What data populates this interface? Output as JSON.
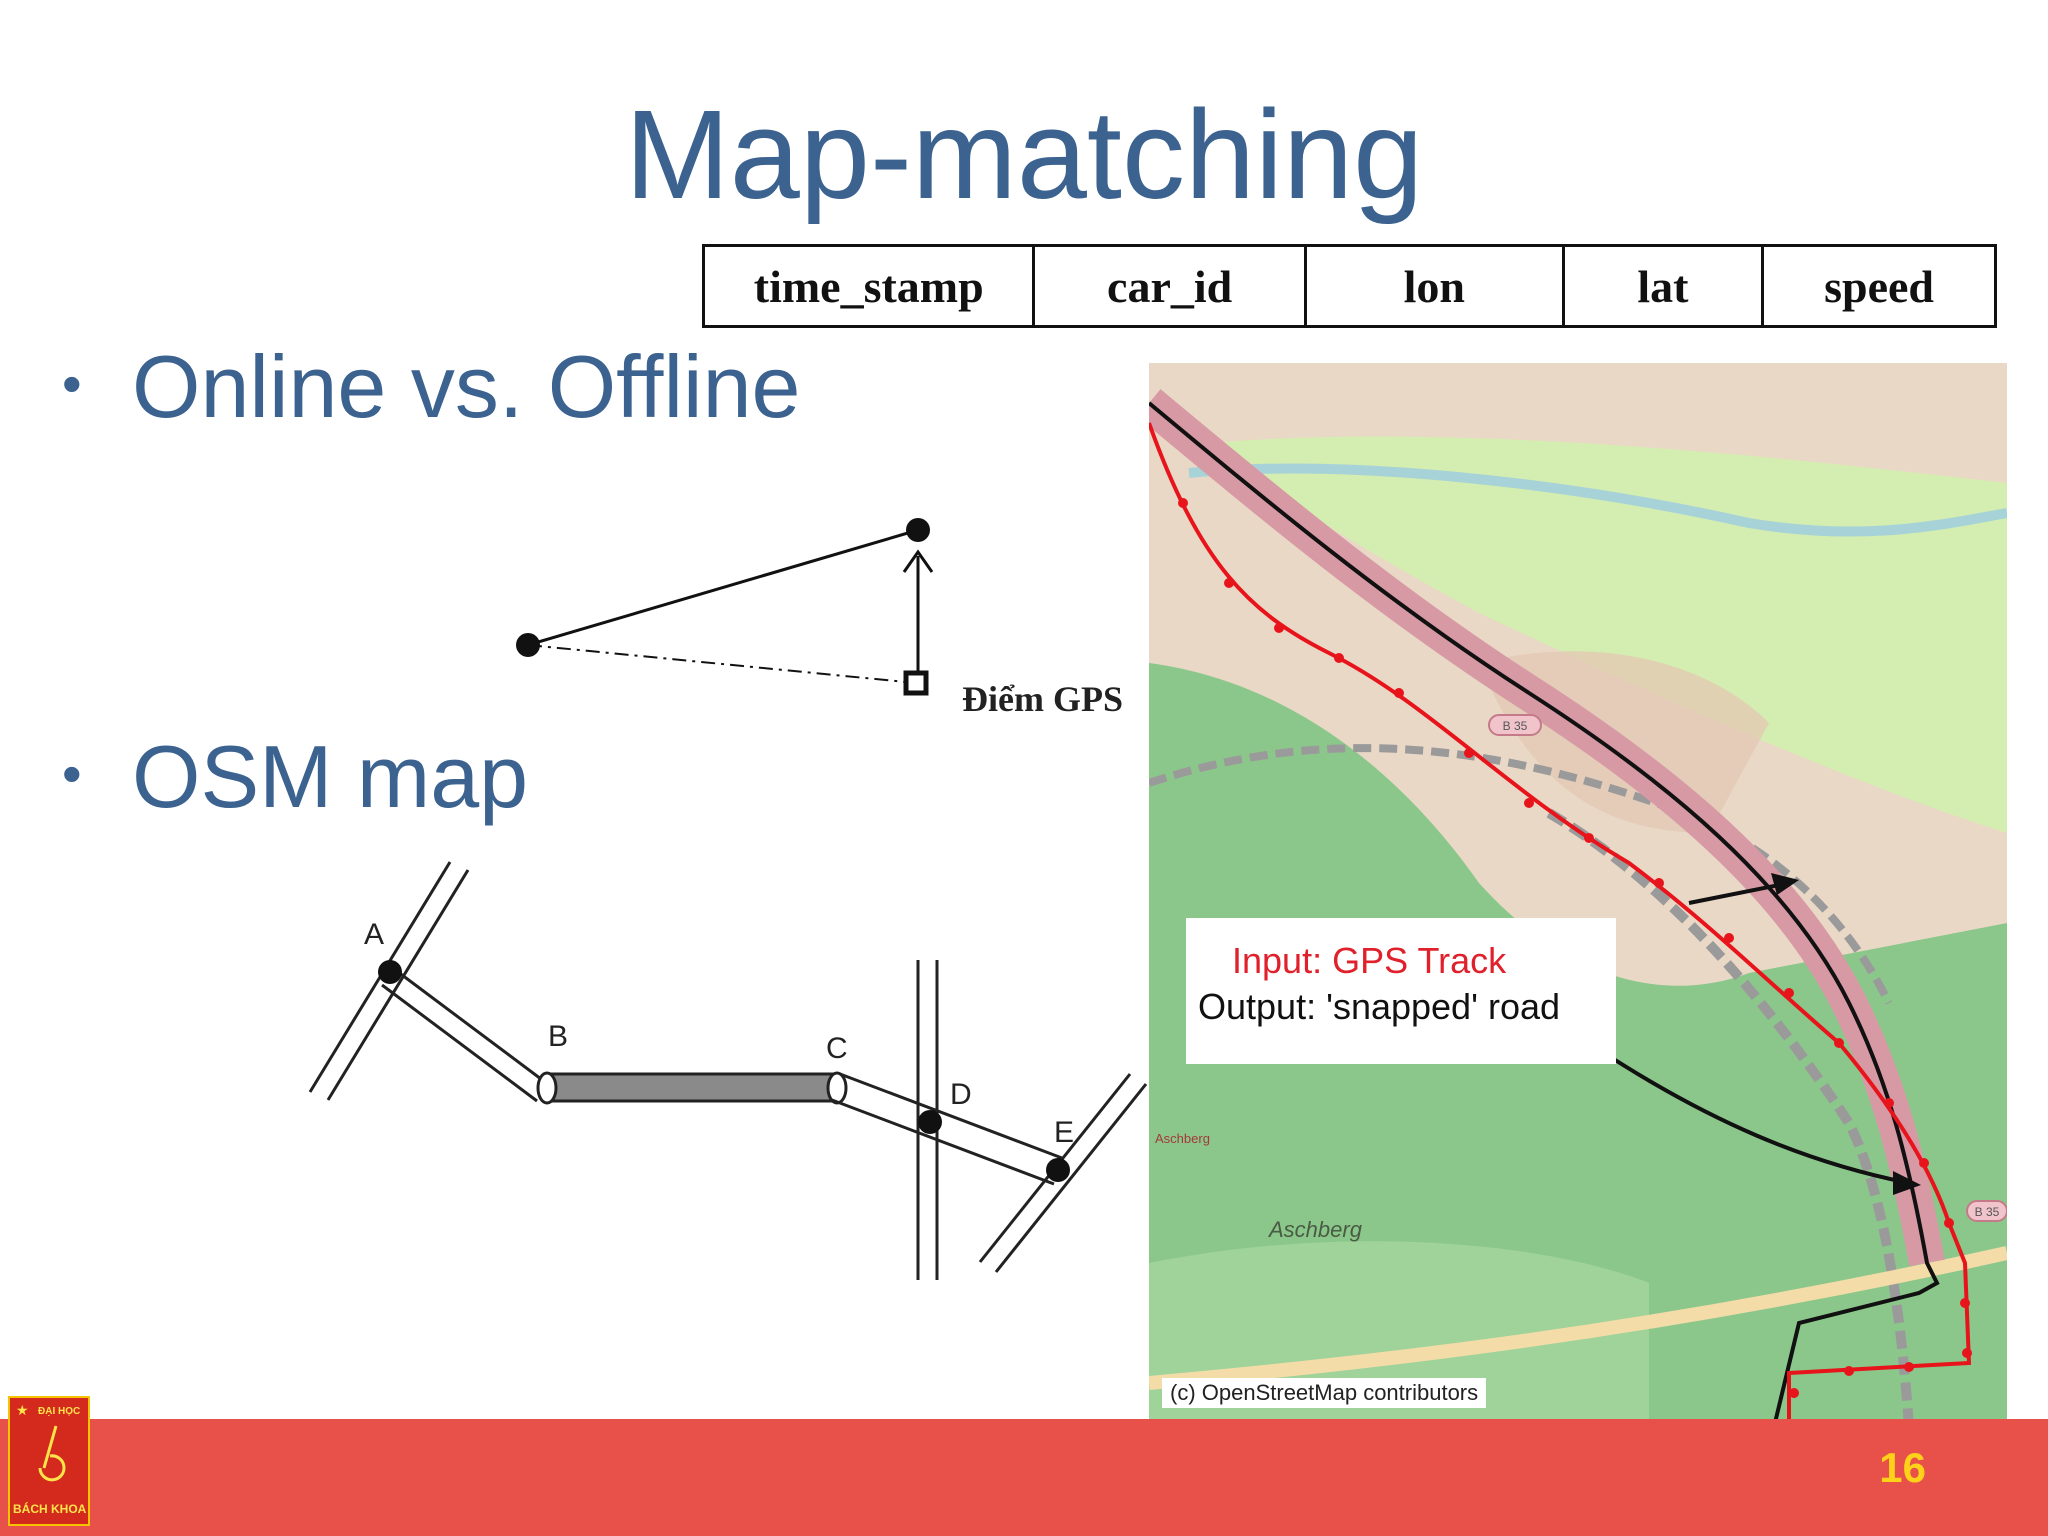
{
  "slide": {
    "title": "Map-matching",
    "page_number": "16"
  },
  "table": {
    "columns": [
      "time_stamp",
      "car_id",
      "lon",
      "lat",
      "speed"
    ]
  },
  "bullets": [
    {
      "symbol": "•",
      "text": "Online vs. Offline"
    },
    {
      "symbol": "•",
      "text": "OSM map"
    }
  ],
  "gps_diagram": {
    "label": "Điểm GPS"
  },
  "road_diagram": {
    "node_labels": [
      "A",
      "B",
      "C",
      "D",
      "E"
    ]
  },
  "map": {
    "input_label": "Input: GPS Track",
    "output_label": "Output: 'snapped' road",
    "credit": "(c) OpenStreetMap contributors",
    "place_label": "Aschberg",
    "place_label_small": "Aschberg",
    "road_shield_1": "B 35",
    "road_shield_2": "B 35",
    "colors": {
      "gps_track": "#e8141c",
      "snapped_road": "#111111",
      "forest": "#8bc78b",
      "meadow": "#d4edb0"
    }
  },
  "logo": {
    "line1": "ĐẠI HỌC",
    "line2": "BÁCH KHOA"
  },
  "colors": {
    "title": "#3c6290",
    "footer": "#e8514a",
    "page_number": "#ffd21a"
  }
}
